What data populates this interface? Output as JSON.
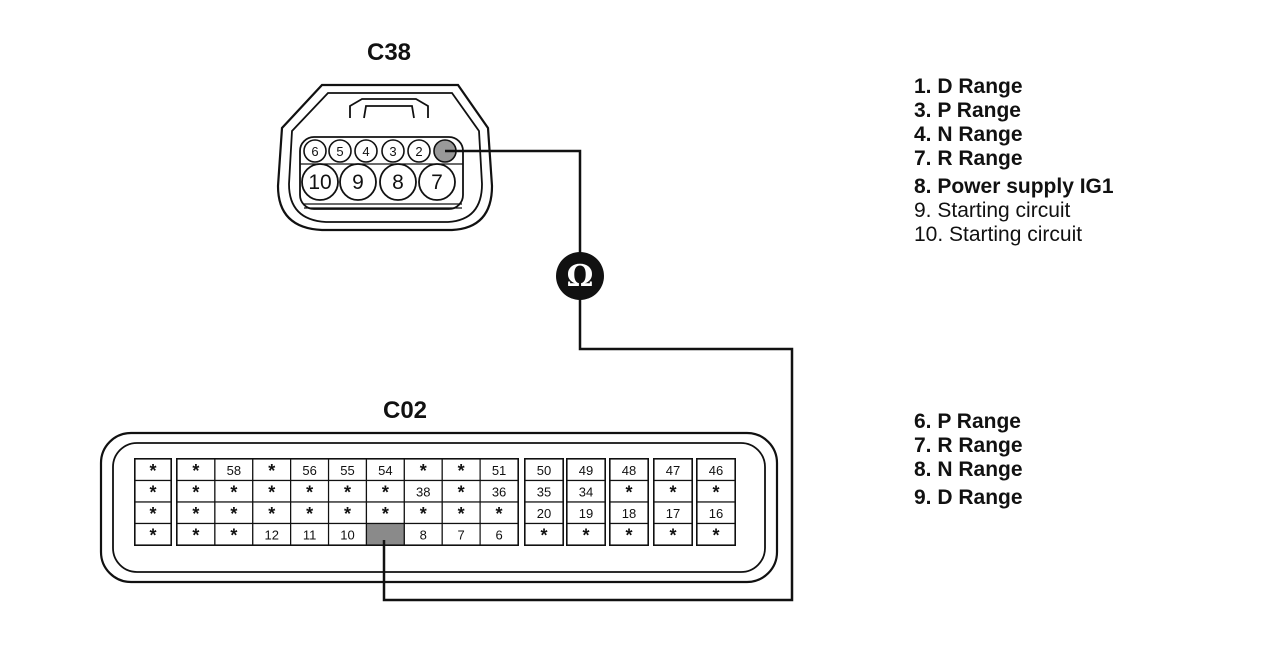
{
  "c38": {
    "label": "C38",
    "top_row": [
      "6",
      "5",
      "4",
      "3",
      "2",
      ""
    ],
    "bottom_row": [
      "10",
      "9",
      "8",
      "7"
    ]
  },
  "c02": {
    "label": "C02",
    "blocks": [
      {
        "rows": [
          [
            "*"
          ],
          [
            "*"
          ],
          [
            "*"
          ],
          [
            "*"
          ]
        ]
      },
      {
        "rows": [
          [
            "*",
            "58",
            "*",
            "56",
            "55",
            "54",
            "*",
            "*",
            "51"
          ],
          [
            "*",
            "*",
            "*",
            "*",
            "*",
            "*",
            "38",
            "*",
            "36"
          ],
          [
            "*",
            "*",
            "*",
            "*",
            "*",
            "*",
            "*",
            "*",
            "*"
          ],
          [
            "*",
            "*",
            "12",
            "11",
            "10",
            "",
            "8",
            "7",
            "6"
          ]
        ]
      },
      {
        "rows": [
          [
            "50"
          ],
          [
            "35"
          ],
          [
            "20"
          ],
          [
            "*"
          ]
        ]
      },
      {
        "rows": [
          [
            "49"
          ],
          [
            "34"
          ],
          [
            "19"
          ],
          [
            "*"
          ]
        ]
      },
      {
        "rows": [
          [
            "48"
          ],
          [
            "*"
          ],
          [
            "18"
          ],
          [
            "*"
          ]
        ]
      },
      {
        "rows": [
          [
            "47"
          ],
          [
            "*"
          ],
          [
            "17"
          ],
          [
            "*"
          ]
        ]
      },
      {
        "rows": [
          [
            "46"
          ],
          [
            "*"
          ],
          [
            "16"
          ],
          [
            "*"
          ]
        ]
      }
    ]
  },
  "meter_symbol": "Ω",
  "legend_c38": [
    {
      "text": "1. D Range",
      "bold": true
    },
    {
      "text": "3. P Range",
      "bold": true
    },
    {
      "text": "4. N Range",
      "bold": true
    },
    {
      "text": "7. R Range",
      "bold": true
    },
    {
      "text": "8. Power supply IG1",
      "bold": true
    },
    {
      "text": "9. Starting circuit",
      "bold": false
    },
    {
      "text": "10. Starting circuit",
      "bold": false
    }
  ],
  "legend_c02": [
    {
      "text": "6. P Range",
      "bold": true
    },
    {
      "text": "7. R Range",
      "bold": true
    },
    {
      "text": "8. N Range",
      "bold": true
    },
    {
      "text": "9. D Range",
      "bold": true
    }
  ]
}
